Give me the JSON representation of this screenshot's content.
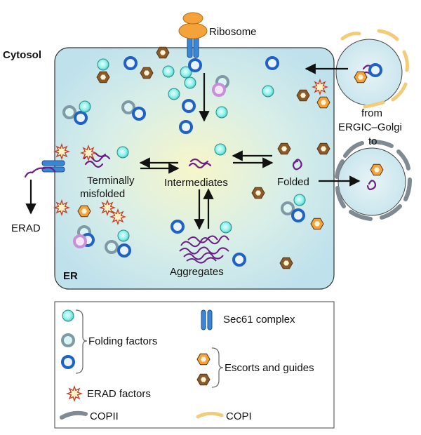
{
  "labels": {
    "cytosol": "Cytosol",
    "er": "ER",
    "ribosome": "Ribosome",
    "from": "from",
    "ergic_golgi": "ERGIC–Golgi",
    "to": "to",
    "terminally": "Terminally",
    "misfolded": "misfolded",
    "intermediates": "Intermediates",
    "folded": "Folded",
    "aggregates": "Aggregates",
    "erad": "ERAD"
  },
  "legend": {
    "folding_factors": "Folding factors",
    "sec61": "Sec61 complex",
    "escorts": "Escorts and guides",
    "erad_factors": "ERAD factors",
    "copii": "COPII",
    "copi": "COPI"
  },
  "icons": {
    "folding_light": "cyan-disc",
    "folding_grey": "grey-teal-ring",
    "folding_blue": "blue-ring",
    "escort_orange": "orange-hexagon",
    "escort_brown": "brown-hexagon",
    "erad": "red-star",
    "sec61": "blue-double-bar",
    "copii": "grey-curved-coat",
    "copi": "tan-curved-coat",
    "ribosome": "orange-ribosome",
    "protein": "purple-squiggle"
  },
  "colors": {
    "er_fill": "#c4e4ee",
    "er_center": "#f7f6c9",
    "cyan": "#7ee6e0",
    "blue": "#1f62c6",
    "grey": "#7f9aa4",
    "orange": "#f4a33a",
    "brown": "#8a5a2b",
    "protein": "#6b1f86",
    "lilac": "#c890d8",
    "erad_red": "#c23b22"
  }
}
